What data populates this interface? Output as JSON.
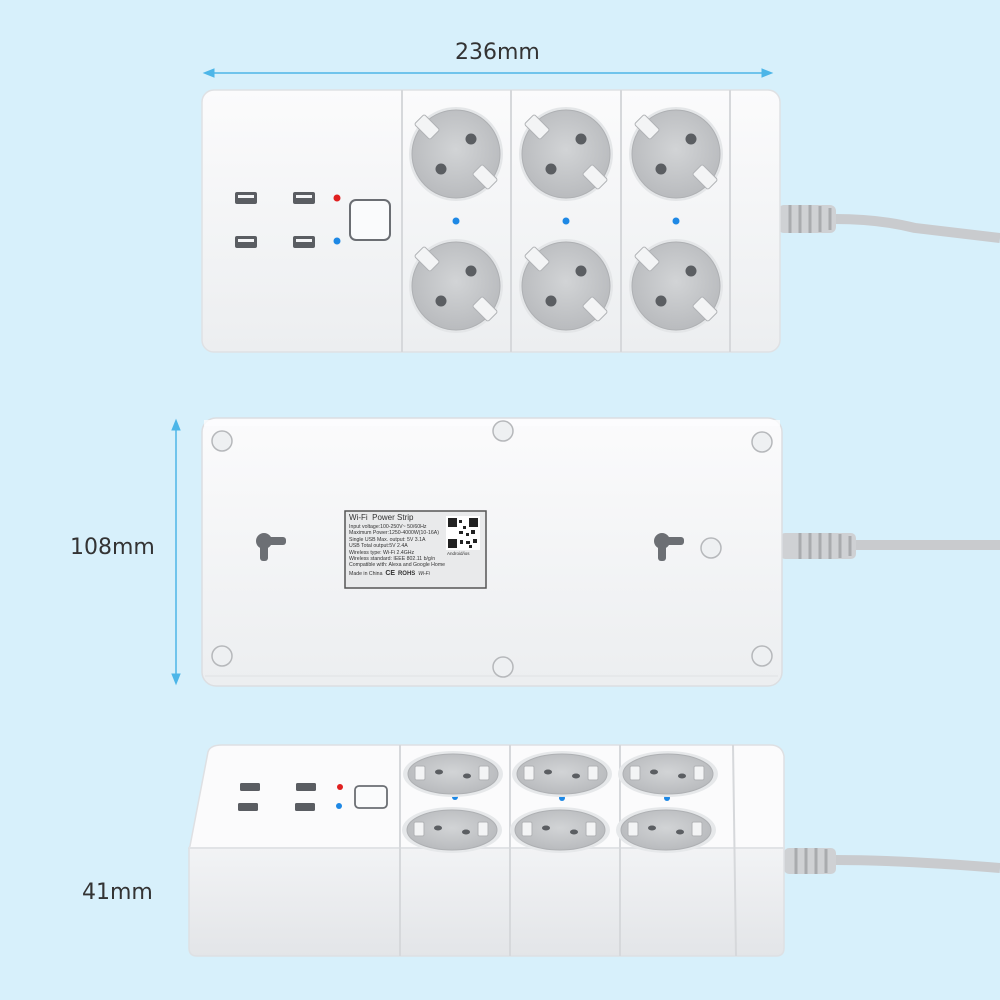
{
  "dimensions": {
    "width": "236mm",
    "height": "108mm",
    "depth": "41mm"
  },
  "label_sticker": {
    "title_wifi": "Wi-Fi",
    "title": "Power Strip",
    "lines": [
      "Input voltage:100-250V~ 50/60Hz",
      "Maximum Power:1250-4000W(10-16A)",
      "Single USB Max. output: 5V 3.1A",
      "USB Total output:5V 2.4A",
      "Wireless type: Wi-Fi 2.4GHz",
      "Wireless standard: IEEE 802.11 b/g/n",
      "Compatible with: Alexa and Google Home"
    ],
    "qr_caption": "Android/ios",
    "made_in": "Made in China",
    "marks": [
      "CE",
      "ROHS",
      "Wi-Fi"
    ]
  },
  "colors": {
    "background": "#d7f0fb",
    "body": "#f4f5f7",
    "socket": "#c9cbce",
    "led_red": "#e02020",
    "led_blue": "#1e88e5",
    "dimension_line": "#4db6e8"
  }
}
